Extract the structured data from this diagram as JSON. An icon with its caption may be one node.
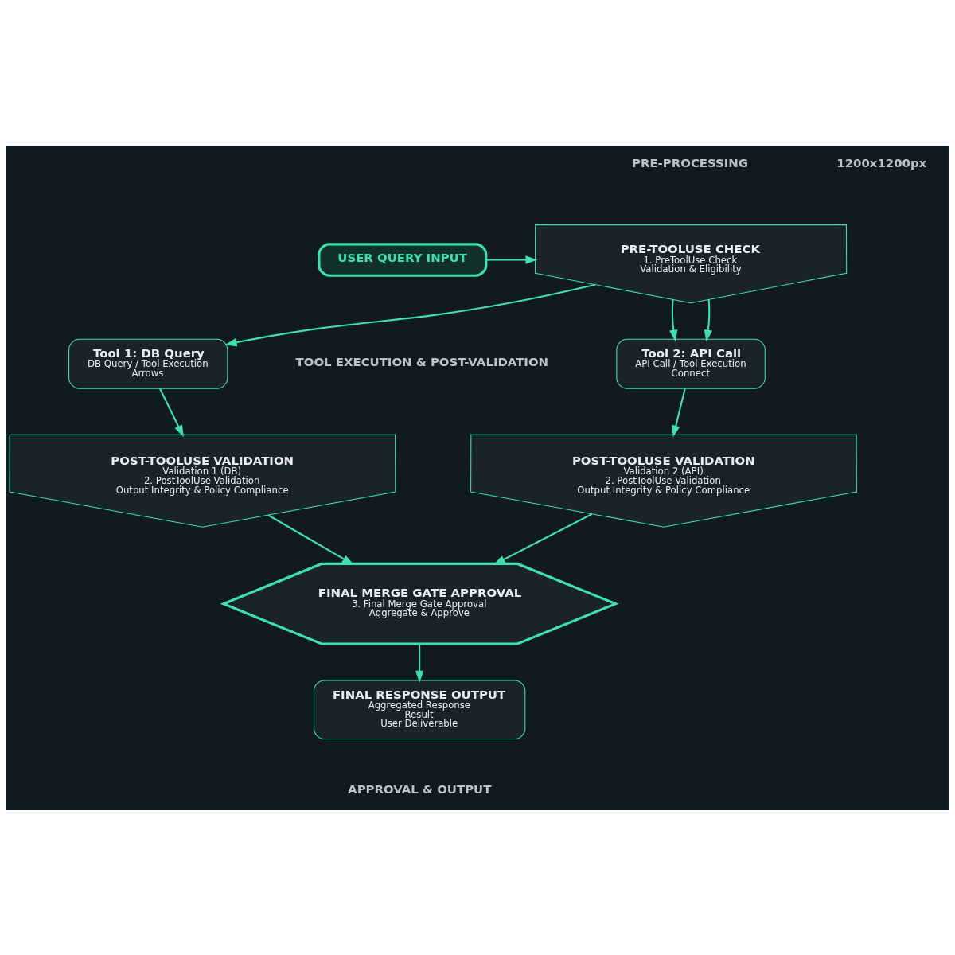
{
  "diagram": {
    "nodes": [
      {
        "text": [
          "USER QUERY INPUT"
        ]
      },
      {
        "text": [
          "PRE-TOOLUSE CHECK",
          "1. PreToolUse Check",
          "Validation & Eligibility"
        ]
      },
      {
        "text": [
          "Tool 1: DB Query",
          "DB Query / Tool Execution",
          "Arrows"
        ]
      },
      {
        "text": [
          "Tool 2: API Call",
          "API Call / Tool Execution",
          "Connect"
        ]
      },
      {
        "text": [
          "POST-TOOLUSE VALIDATION",
          "Validation 1 (DB)",
          "2. PostToolUse Validation",
          "Output Integrity & Policy Compliance"
        ]
      },
      {
        "text": [
          "POST-TOOLUSE VALIDATION",
          "Validation 2 (API)",
          "2. PostToolUse Validation",
          "Output Integrity & Policy Compliance"
        ]
      },
      {
        "text": [
          "FINAL MERGE GATE APPROVAL",
          "3. Final Merge Gate Approval",
          "Aggregate & Approve"
        ]
      },
      {
        "text": [
          "FINAL RESPONSE OUTPUT",
          "Aggregated Response",
          "Result",
          "User Deliverable"
        ]
      }
    ],
    "edges": [
      {
        "from": 0,
        "to": 1,
        "arrow": "to"
      },
      {
        "from": 1,
        "to": 2,
        "arrow": "to"
      },
      {
        "from": 1,
        "to": 3,
        "arrow": "to"
      },
      {
        "from": 1,
        "to": 3,
        "arrow": "to"
      },
      {
        "from": 2,
        "to": 4,
        "arrow": "to"
      },
      {
        "from": 3,
        "to": 5,
        "arrow": "to"
      },
      {
        "from": 4,
        "to": 6,
        "arrow": "to"
      },
      {
        "from": 5,
        "to": 6,
        "arrow": "to"
      },
      {
        "from": 6,
        "to": 7,
        "arrow": "to"
      }
    ],
    "labels": [
      "1200x1200px",
      "PRE-PROCESSING",
      "TOOL EXECUTION & POST-VALIDATION",
      "APPROVAL & OUTPUT"
    ]
  }
}
